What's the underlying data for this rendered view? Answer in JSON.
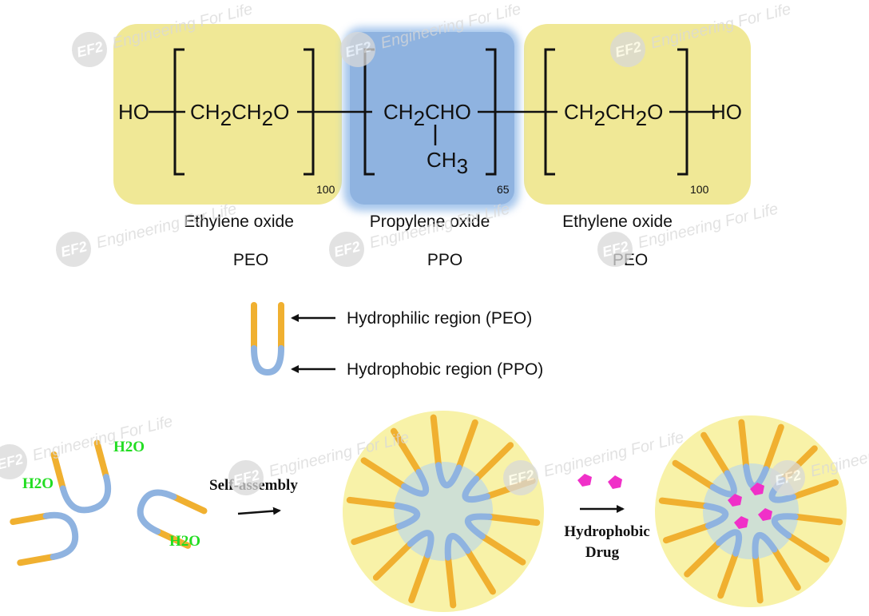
{
  "colors": {
    "peo": "#f0e896",
    "ppo": "#8fb3e0",
    "hydrophilic_tail": "#f0b030",
    "hydrophobic_tail": "#8fb3e0",
    "micelle_shell": "#f8f2a8",
    "micelle_core": "#cfe0d4",
    "drug": "#f030c8",
    "water_label": "#22dd22",
    "watermark": "#d9d9d9"
  },
  "formula": {
    "left_end": "HO",
    "right_end": "HO",
    "peo_left": {
      "main": "CH",
      "sub1": "2",
      "mid": "CH",
      "sub2": "2",
      "tail": "O",
      "index": "100"
    },
    "ppo": {
      "main": "CH",
      "sub1": "2",
      "tail": "CHO",
      "branch": "CH",
      "branch_sub": "3",
      "index": "65"
    },
    "peo_right": {
      "main": "CH",
      "sub1": "2",
      "mid": "CH",
      "sub2": "2",
      "tail": "O",
      "index": "100"
    }
  },
  "blocks": [
    {
      "name": "Ethylene oxide",
      "abbr": "PEO"
    },
    {
      "name": "Propylene oxide",
      "abbr": "PPO"
    },
    {
      "name": "Ethylene oxide",
      "abbr": "PEO"
    }
  ],
  "legend": {
    "hydrophilic": "Hydrophilic region (PEO)",
    "hydrophobic": "Hydrophobic region (PPO)"
  },
  "assembly": {
    "water": [
      "H2O",
      "H2O",
      "H2O"
    ],
    "step1": "Self-assembly",
    "step2_line1": "Hydrophobic",
    "step2_line2": "Drug"
  },
  "watermark": {
    "logo": "EF2",
    "text": "Engineering For Life"
  }
}
